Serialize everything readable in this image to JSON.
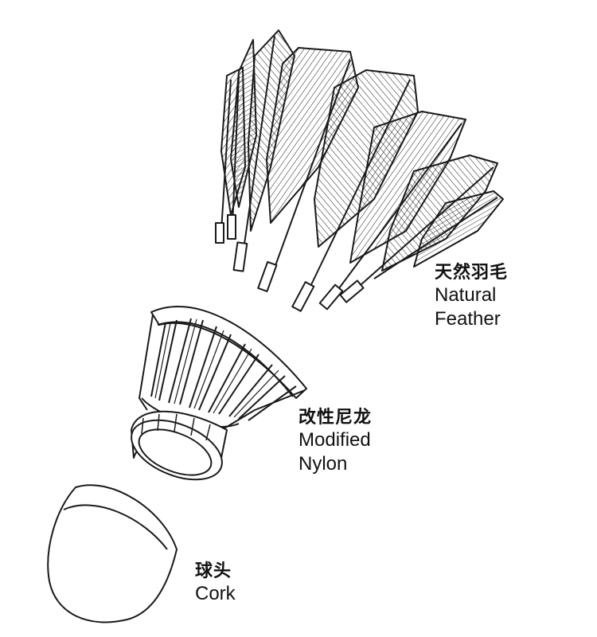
{
  "labels": {
    "feather": {
      "zh": "天然羽毛",
      "en_line1": "Natural",
      "en_line2": "Feather"
    },
    "nylon": {
      "zh": "改性尼龙",
      "en_line1": "Modified",
      "en_line2": "Nylon"
    },
    "cork": {
      "zh": "球头",
      "en": "Cork"
    }
  },
  "colors": {
    "line": "#1a1a1a",
    "background": "#ffffff"
  }
}
